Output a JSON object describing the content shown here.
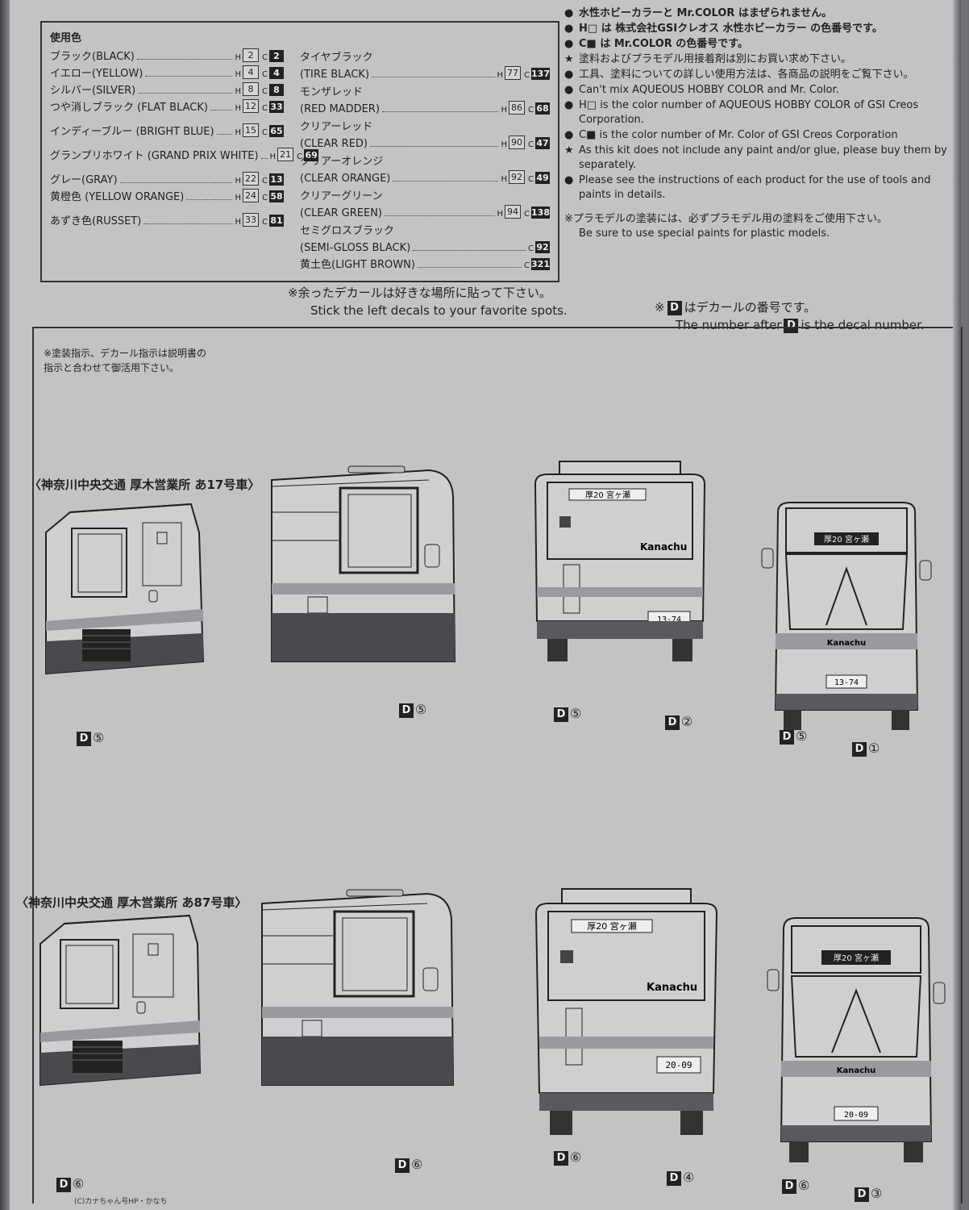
{
  "paint_list": {
    "title": "使用色",
    "left_items": [
      {
        "name": "ブラック(BLACK)",
        "h": "2",
        "c": "2"
      },
      {
        "name": "イエロー(YELLOW)",
        "h": "4",
        "c": "4"
      },
      {
        "name": "シルバー(SILVER)",
        "h": "8",
        "c": "8"
      },
      {
        "name": "つや消しブラック (FLAT BLACK)",
        "h": "12",
        "c": "33"
      },
      {
        "name": "インディーブルー (BRIGHT BLUE)",
        "h": "15",
        "c": "65"
      },
      {
        "name": "グランプリホワイト (GRAND PRIX WHITE)",
        "h": "21",
        "c": "69"
      },
      {
        "name": "グレー(GRAY)",
        "h": "22",
        "c": "13"
      },
      {
        "name": "黄橙色 (YELLOW ORANGE)",
        "h": "24",
        "c": "58"
      },
      {
        "name": "あずき色(RUSSET)",
        "h": "33",
        "c": "81"
      }
    ],
    "right_items": [
      {
        "name_jp": "タイヤブラック",
        "name_en": "(TIRE BLACK)",
        "h": "77",
        "c": "137"
      },
      {
        "name_jp": "モンザレッド",
        "name_en": "(RED MADDER)",
        "h": "86",
        "c": "68"
      },
      {
        "name_jp": "クリアーレッド",
        "name_en": "(CLEAR RED)",
        "h": "90",
        "c": "47"
      },
      {
        "name_jp": "クリアーオレンジ",
        "name_en": "(CLEAR ORANGE)",
        "h": "92",
        "c": "49"
      },
      {
        "name_jp": "クリアーグリーン",
        "name_en": "(CLEAR GREEN)",
        "h": "94",
        "c": "138"
      },
      {
        "name_jp": "セミグロスブラック",
        "name_en": "(SEMI-GLOSS BLACK)",
        "h": "",
        "c": "92"
      },
      {
        "name_jp": "",
        "name_en": "黄土色(LIGHT BROWN)",
        "h": "",
        "c": "321"
      }
    ],
    "h_prefix": "H",
    "c_prefix": "C"
  },
  "notes": [
    {
      "bullet": "●",
      "text": "水性ホビーカラーと Mr.COLOR はまぜられません。"
    },
    {
      "bullet": "●",
      "text": "H□ は 株式会社GSIクレオス 水性ホビーカラー の色番号です。"
    },
    {
      "bullet": "●",
      "text": "C■ は Mr.COLOR の色番号です。"
    },
    {
      "bullet": "★",
      "text": "塗料およびプラモデル用接着剤は別にお買い求め下さい。"
    },
    {
      "bullet": "●",
      "text": "工具、塗料についての詳しい使用方法は、各商品の説明をご覧下さい。"
    },
    {
      "bullet": "●",
      "text": "Can't mix AQUEOUS HOBBY COLOR and Mr. Color."
    },
    {
      "bullet": "●",
      "text": "H□ is the color number of AQUEOUS HOBBY COLOR of GSI Creos Corporation."
    },
    {
      "bullet": "●",
      "text": "C■ is the color number of Mr. Color of GSI Creos Corporation"
    },
    {
      "bullet": "★",
      "text": "As this kit does not include any paint and/or glue, please buy them by separately."
    },
    {
      "bullet": "●",
      "text": "Please see the instructions of each product for the use of tools and paints in details."
    }
  ],
  "jp_plastic_note": "※プラモデルの塗装には、必ずプラモデル用の塗料をご使用下さい。",
  "en_plastic_note": "Be sure to use special paints for plastic models.",
  "stick_note_jp": "※余ったデカールは好きな場所に貼って下さい。",
  "stick_note_en": "Stick the left decals to your favorite spots.",
  "decal_note_jp_pre": "※",
  "decal_badge": "D",
  "decal_note_jp_post": "はデカールの番号です。",
  "decal_note_en_pre": "The number after",
  "decal_note_en_post": "is the decal number.",
  "box_note_line1": "※塗装指示、デカール指示は説明書の",
  "box_note_line2": "指示と合わせて御活用下さい。",
  "section1": {
    "title": "〈神奈川中央交通 厚木営業所 あ17号車〉",
    "dest": "厚20 宮ヶ瀬",
    "plate": "13-74",
    "brand": "Kanachu",
    "labels": [
      "⑤",
      "⑤",
      "⑤",
      "②",
      "⑤",
      "①"
    ]
  },
  "section2": {
    "title": "〈神奈川中央交通 厚木営業所 あ87号車〉",
    "dest": "厚20 宮ヶ瀬",
    "plate": "20-09",
    "brand": "Kanachu",
    "labels": [
      "⑥",
      "⑥",
      "⑥",
      "④",
      "⑥",
      "③"
    ]
  },
  "copyright": "(C)カナちゃん号HP・かなち"
}
